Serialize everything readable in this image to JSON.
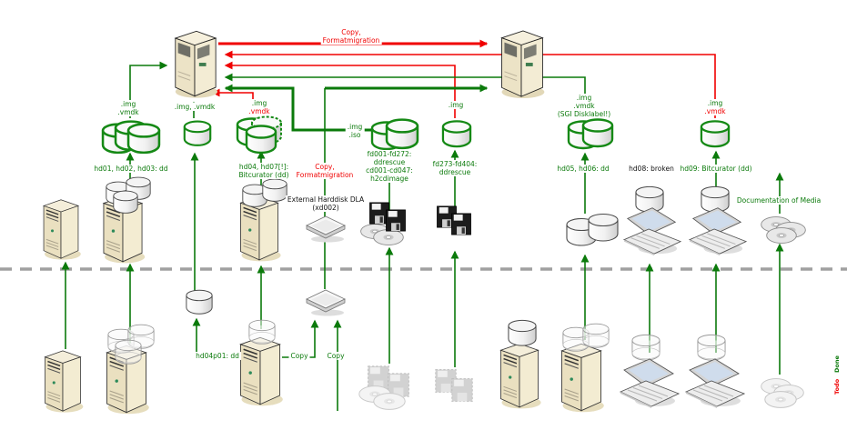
{
  "colors": {
    "flow_done_green": "#0b7a0b",
    "flow_todo_red": "#f00000",
    "plain_text_black": "#111111",
    "divider_gray": "#a0a0a0",
    "machine_beige": "#ece3c6"
  },
  "legend": {
    "done": "Done",
    "todo": "Todo"
  },
  "labels": {
    "copy_format_top": [
      "Copy,",
      "Formatmigration"
    ],
    "img_hd01": [
      ".img",
      ".vmdk"
    ],
    "img_server": ".img, .vmdk",
    "img_hd04": [
      ".img",
      ".vmdk"
    ],
    "img_iso": [
      ".img",
      ".iso"
    ],
    "img_fd273": ".img",
    "img_hd05": [
      ".img",
      ".vmdk",
      "(SGI Disklabel!)"
    ],
    "img_hd09": [
      ".img",
      ".vmdk"
    ],
    "hd01": "hd01, hd02, hd03: dd",
    "hd04": [
      "hd04, hd07[!]:",
      "Bitcurator (dd)"
    ],
    "copy_format_mid": [
      "Copy,",
      "Formatmigration"
    ],
    "external_hd": [
      "External Harddisk DLA",
      "(xd002)"
    ],
    "fd001": [
      "fd001-fd272:",
      "ddrescue",
      "cd001-cd047:",
      "h2cdimage"
    ],
    "fd273": [
      "fd273-fd404:",
      "ddrescue"
    ],
    "hd05": "hd05, hd06: dd",
    "hd08": "hd08: broken",
    "hd09": "hd09: Bitcurator (dd)",
    "documentation": "Documentation of Media",
    "hd04p01": "hd04p01: dd",
    "copy_left": "Copy",
    "copy_right": "Copy"
  }
}
